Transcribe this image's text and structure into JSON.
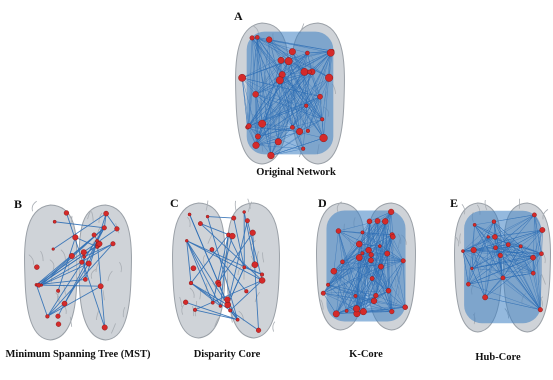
{
  "panels": {
    "a": {
      "letter": "A",
      "caption": "Original Network"
    },
    "b": {
      "letter": "B",
      "caption": "Minimum Spanning Tree (MST)"
    },
    "c": {
      "letter": "C",
      "caption": "Disparity Core"
    },
    "d": {
      "letter": "D",
      "caption": "K-Core"
    },
    "e": {
      "letter": "E",
      "caption": "Hub-Core"
    }
  },
  "colors": {
    "edge": "#2f6fb5",
    "dense_fill": "#3d7fc2",
    "node": "#d42a2a",
    "brain": "#cfd3d8"
  }
}
